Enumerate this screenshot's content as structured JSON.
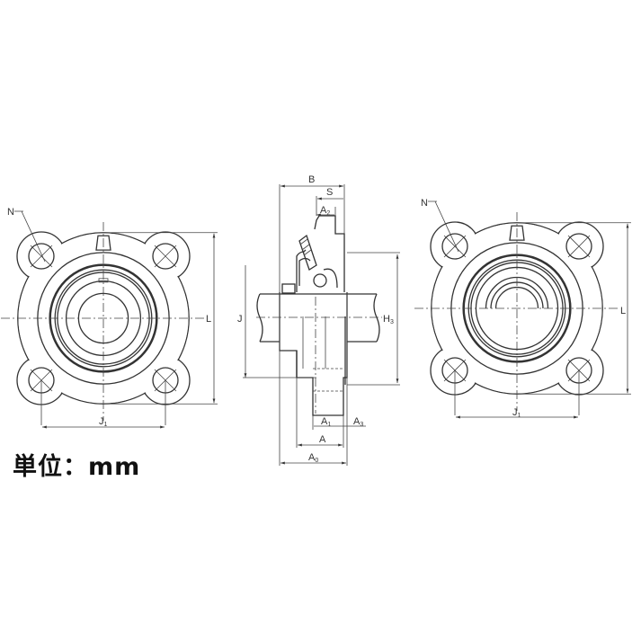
{
  "left_view": {
    "labels": {
      "n": "N",
      "l": "L",
      "j1_main": "J",
      "j1_sub": "1"
    }
  },
  "side_view": {
    "labels": {
      "b": "B",
      "s": "S",
      "a2_main": "A",
      "a2_sub": "2",
      "j": "J",
      "h3_main": "H",
      "h3_sub": "3",
      "a1_main": "A",
      "a1_sub": "1",
      "a3_main": "A",
      "a3_sub": "3",
      "a": "A",
      "a0_main": "A",
      "a0_sub": "0"
    }
  },
  "right_view": {
    "labels": {
      "n": "N",
      "l": "L",
      "j1_main": "J",
      "j1_sub": "1"
    }
  },
  "unit_label": "単位：mm",
  "line_color": "#333333"
}
